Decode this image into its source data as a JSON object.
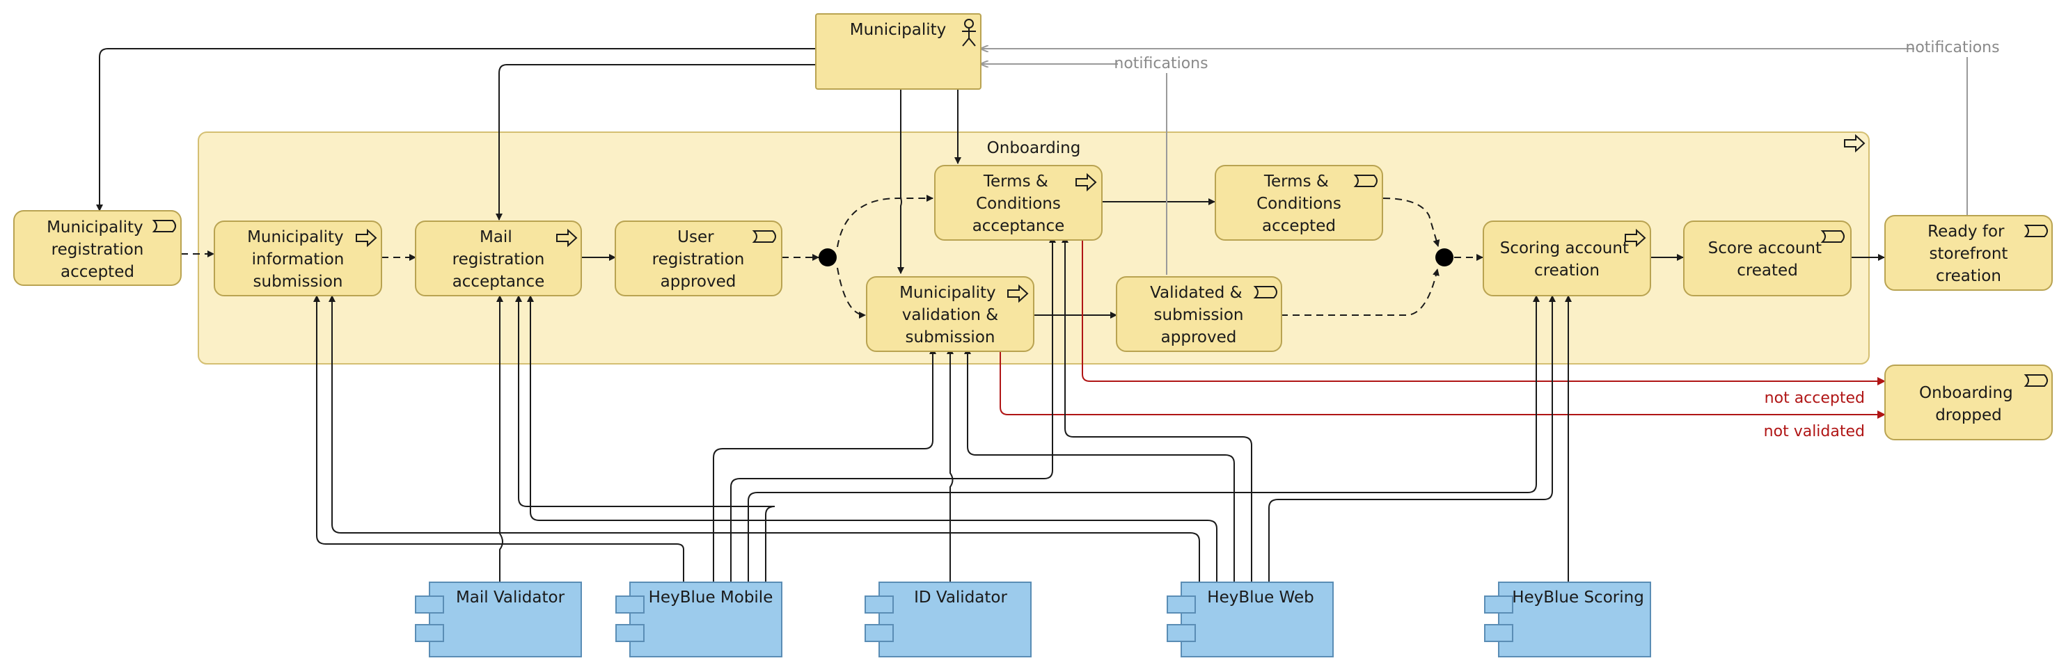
{
  "colors": {
    "business": "#f7e5a0",
    "business_stroke": "#b9a351",
    "boundary": "#fbf0c7",
    "boundary_stroke": "#d4bf72",
    "application": "#9ccbec",
    "application_stroke": "#5a8db5",
    "line": "#1a1a1a",
    "notification": "#9a9a9a",
    "error": "#b01515"
  },
  "boundary": {
    "label": "Onboarding"
  },
  "actor": {
    "label": "Municipality",
    "icon": "actor-icon"
  },
  "nodes": {
    "municipality_registration_accepted": {
      "label": "Municipality registration accepted",
      "icon": "event-icon"
    },
    "municipality_information_submission": {
      "label": "Municipality information submission",
      "icon": "process-icon"
    },
    "mail_registration_acceptance": {
      "label": "Mail registration acceptance",
      "icon": "process-icon"
    },
    "user_registration_approved": {
      "label": "User registration approved",
      "icon": "event-icon"
    },
    "terms_conditions_acceptance": {
      "label": "Terms & Conditions acceptance",
      "icon": "process-icon"
    },
    "terms_conditions_accepted": {
      "label": "Terms & Conditions accepted",
      "icon": "event-icon"
    },
    "municipality_validation_submission": {
      "label": "Municipality validation & submission",
      "icon": "process-icon"
    },
    "validated_submission_approved": {
      "label": "Validated & submission approved",
      "icon": "event-icon"
    },
    "scoring_account_creation": {
      "label": "Scoring account creation",
      "icon": "process-icon"
    },
    "score_account_created": {
      "label": "Score account created",
      "icon": "event-icon"
    },
    "ready_for_storefront_creation": {
      "label": "Ready for storefront creation",
      "icon": "event-icon"
    },
    "onboarding_dropped": {
      "label": "Onboarding dropped",
      "icon": "event-icon"
    }
  },
  "components": {
    "mail_validator": {
      "label": "Mail Validator",
      "icon": "component-icon"
    },
    "heyblue_mobile": {
      "label": "HeyBlue Mobile",
      "icon": "component-icon"
    },
    "id_validator": {
      "label": "ID Validator",
      "icon": "component-icon"
    },
    "heyblue_web": {
      "label": "HeyBlue Web",
      "icon": "component-icon"
    },
    "heyblue_scoring": {
      "label": "HeyBlue Scoring",
      "icon": "component-icon"
    }
  },
  "edge_labels": {
    "notifications_1": "notifications",
    "notifications_2": "notifications",
    "not_accepted": "not accepted",
    "not_validated": "not validated"
  }
}
